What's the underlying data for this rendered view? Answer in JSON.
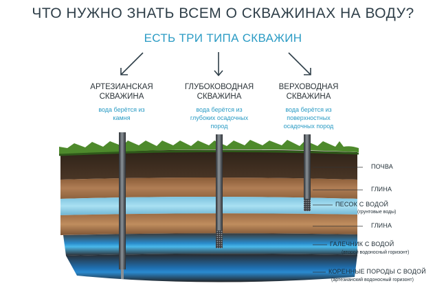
{
  "title": "ЧТО НУЖНО ЗНАТЬ ВСЕМ О СКВАЖИНАХ НА ВОДУ?",
  "subtitle": "ЕСТЬ ТРИ ТИПА СКВАЖИН",
  "wells": [
    {
      "title_line1": "АРТЕЗИАНСКАЯ",
      "title_line2": "СКВАЖИНА",
      "desc_line1": "вода берётся из",
      "desc_line2": "камня",
      "desc_line3": ""
    },
    {
      "title_line1": "ГЛУБОКОВОДНАЯ",
      "title_line2": "СКВАЖИНА",
      "desc_line1": "вода берётся из",
      "desc_line2": "глубоких осадочных",
      "desc_line3": "пород"
    },
    {
      "title_line1": "ВЕРХОВОДНАЯ",
      "title_line2": "СКВАЖИНА",
      "desc_line1": "вода берётся из",
      "desc_line2": "поверхностных",
      "desc_line3": "осадочных пород"
    }
  ],
  "layers": [
    {
      "label": "ПОЧВА",
      "note": ""
    },
    {
      "label": "ГЛИНА",
      "note": ""
    },
    {
      "label": "ПЕСОК С ВОДОЙ",
      "note": "(грунтовые воды)"
    },
    {
      "label": "ГЛИНА",
      "note": ""
    },
    {
      "label": "ГАЛЕЧНИК С ВОДОЙ",
      "note": "(второй водоносный горизонт)"
    },
    {
      "label": "КОРЕННЫЕ ПОРОДЫ С ВОДОЙ",
      "note": "(артезианский водоносный горизонт)"
    }
  ],
  "colors": {
    "accent_blue": "#2a9bc4",
    "grass": "#4e8a2c",
    "soil": "#3a2a1e",
    "clay": "#a0714a",
    "sand_water": "#8fd6ee",
    "gravel_water": "#3aa6dc",
    "bedrock": "#2d2d30",
    "pipe": "#4a4f55"
  }
}
